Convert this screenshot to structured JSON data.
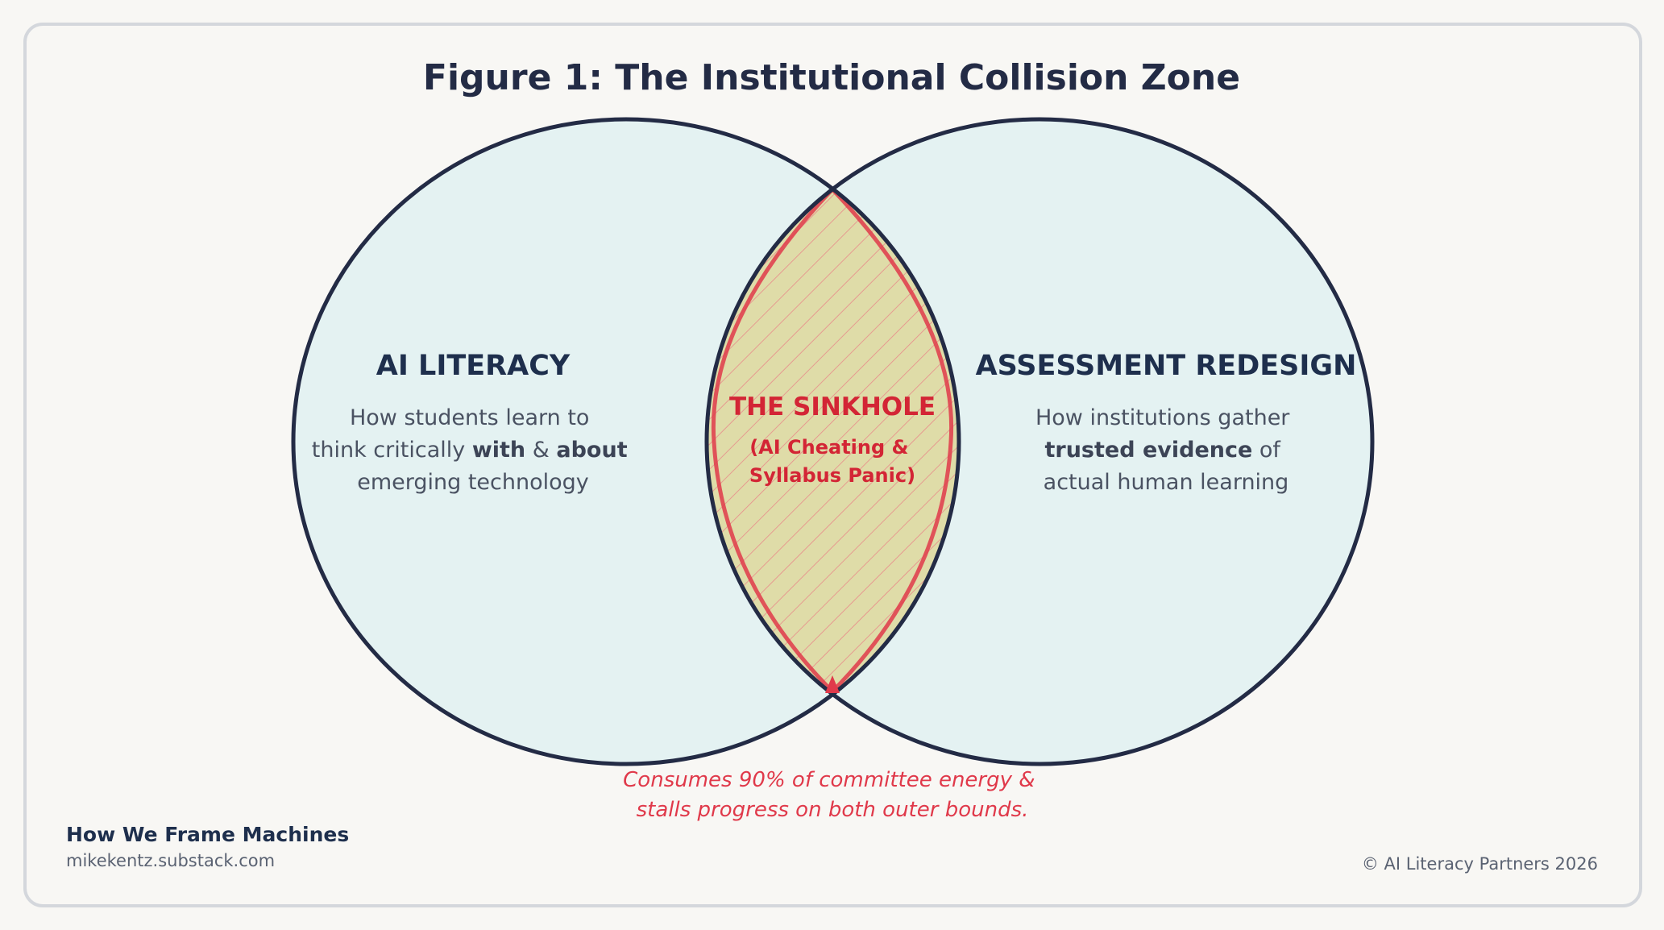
{
  "figure": {
    "title": "Figure 1: The Institutional Collision Zone"
  },
  "left_circle": {
    "heading": "AI LITERACY",
    "line1": "How students learn to",
    "line2_pre": "think critically ",
    "line2_bold1": "with",
    "line2_mid": " & ",
    "line2_bold2": "about",
    "line3": "emerging technology"
  },
  "right_circle": {
    "heading": "ASSESSMENT REDESIGN",
    "line1": "How institutions gather",
    "line2_bold": "trusted evidence",
    "line2_post": " of",
    "line3": "actual human learning"
  },
  "intersection": {
    "heading": "THE SINKHOLE",
    "sub1": "(AI Cheating &",
    "sub2": "Syllabus Panic)"
  },
  "annotation": {
    "line1": "Consumes 90% of committee energy &",
    "line2": "stalls progress on both outer bounds."
  },
  "footer": {
    "publication": "How We Frame Machines",
    "url": "mikekentz.substack.com",
    "copyright": "© AI Literacy Partners 2026"
  },
  "colors": {
    "background": "#f8f7f4",
    "circle_fill": "#e4f2f2",
    "circle_stroke": "#232b45",
    "sinkhole_fill": "#dfdca8",
    "sinkhole_accent": "#d32535",
    "heading_text": "#1e2f4d"
  }
}
